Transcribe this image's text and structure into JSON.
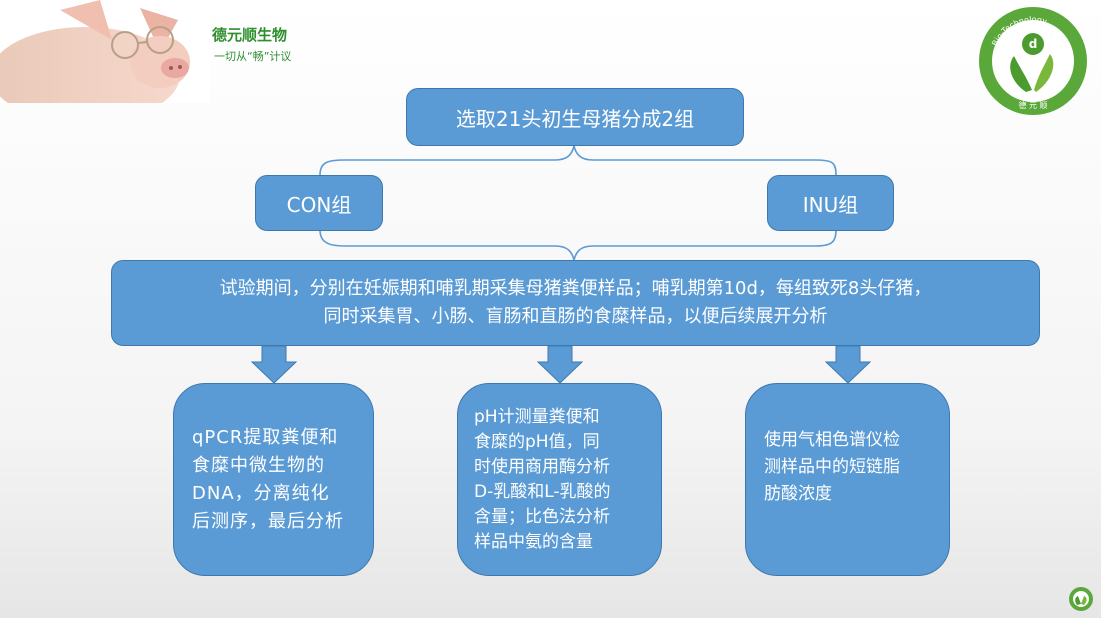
{
  "brand": {
    "name": "德元顺生物",
    "slogan": "一切从“畅”计议",
    "logo_ring_text": "Bio-Technology",
    "logo_bottom_text": "德 元 顺",
    "logo_letter": "d"
  },
  "flow": {
    "top": "选取21头初生母猪分成2组",
    "groups": [
      "CON组",
      "INU组"
    ],
    "middle": [
      "试验期间，分别在妊娠期和哺乳期采集母猪粪便样品；哺乳期第10d，每组致死8头仔猪，",
      "同时采集胃、小肠、盲肠和直肠的食糜样品，以便后续展开分析"
    ],
    "methods": [
      [
        "qPCR提取粪便和",
        "食糜中微生物的",
        "DNA，分离纯化",
        "后测序，最后分析"
      ],
      [
        "pH计测量粪便和",
        "食糜的pH值，同",
        "时使用商用酶分析",
        "D-乳酸和L-乳酸的",
        "含量；比色法分析",
        "样品中氨的含量"
      ],
      [
        "使用气相色谱仪检",
        "测样品中的短链脂",
        "肪酸浓度"
      ]
    ]
  },
  "colors": {
    "box_fill": "#5b9bd5",
    "box_border": "#3f78ae",
    "brand_green": "#2f8f2f"
  }
}
